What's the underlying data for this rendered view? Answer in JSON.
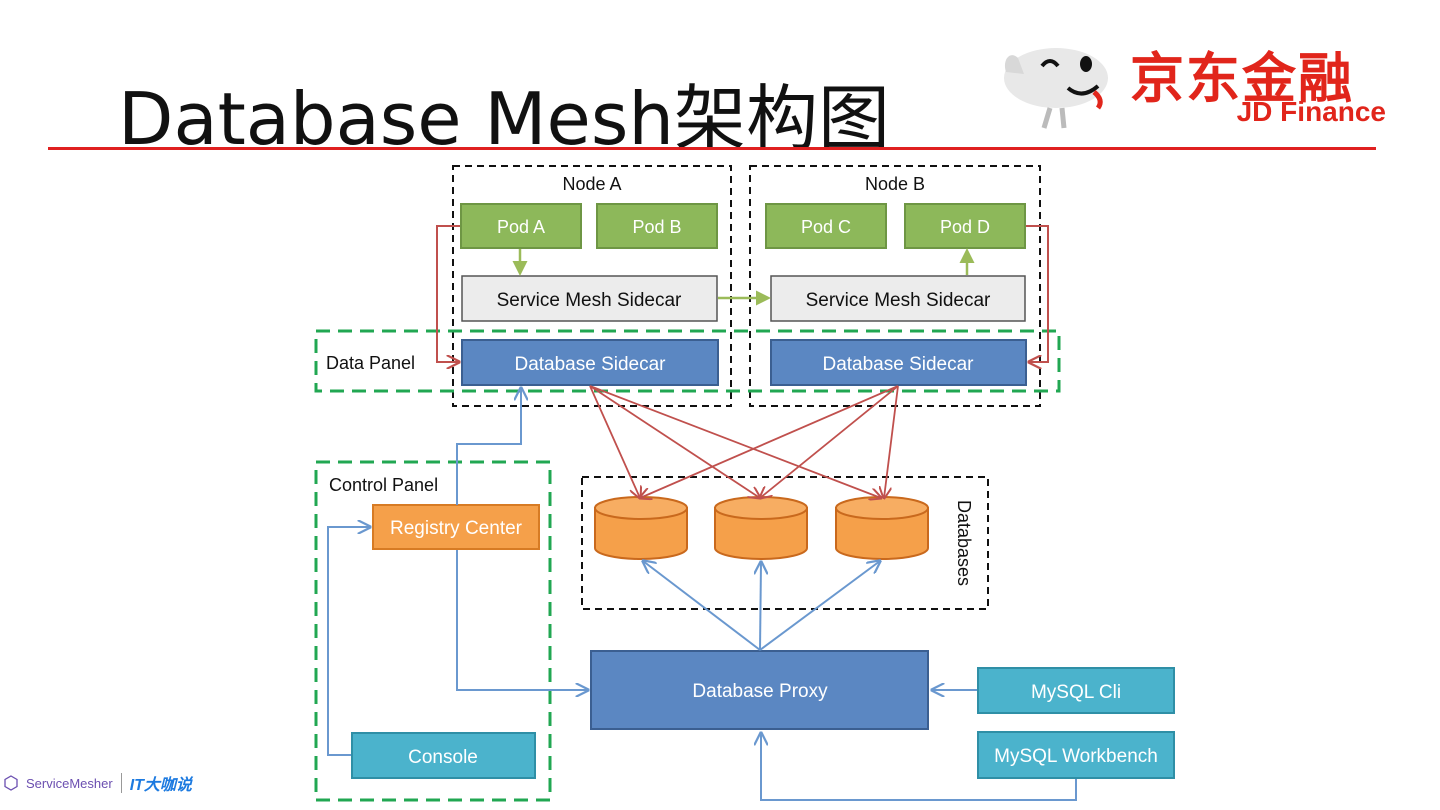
{
  "title": "Database Mesh架构图",
  "logo": {
    "cn": "京东金融",
    "en": "JD Finance"
  },
  "footer": {
    "brand": "ServiceMesher",
    "partner": "IT大咖说"
  },
  "diagram": {
    "node_a": "Node A",
    "node_b": "Node B",
    "pods": [
      "Pod A",
      "Pod B",
      "Pod C",
      "Pod D"
    ],
    "service_mesh_sidecar": "Service Mesh Sidecar",
    "database_sidecar": "Database Sidecar",
    "data_panel": "Data Panel",
    "control_panel": "Control Panel",
    "registry_center": "Registry Center",
    "console": "Console",
    "databases": "Databases",
    "database_proxy": "Database Proxy",
    "mysql_cli": "MySQL Cli",
    "mysql_workbench": "MySQL Workbench"
  },
  "colors": {
    "pod": "#8db85a",
    "sidecar": "#5b87c2",
    "registry": "#f5a04a",
    "client": "#4bb3cc",
    "red_arrow": "#c0504d",
    "blue_arrow": "#6a98cf",
    "green_arrow": "#9bbb59",
    "panel_border": "#21a752"
  }
}
